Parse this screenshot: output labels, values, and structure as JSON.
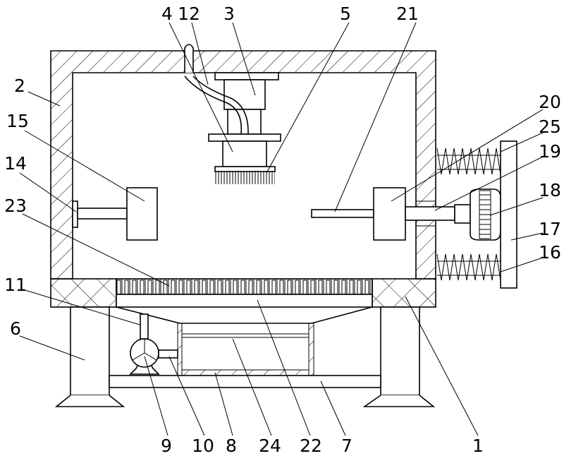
{
  "diagram": {
    "type": "mechanical patent drawing",
    "labels": [
      "1",
      "2",
      "3",
      "4",
      "5",
      "6",
      "7",
      "8",
      "9",
      "10",
      "11",
      "12",
      "14",
      "15",
      "16",
      "17",
      "18",
      "19",
      "20",
      "21",
      "22",
      "23",
      "24",
      "25"
    ]
  }
}
